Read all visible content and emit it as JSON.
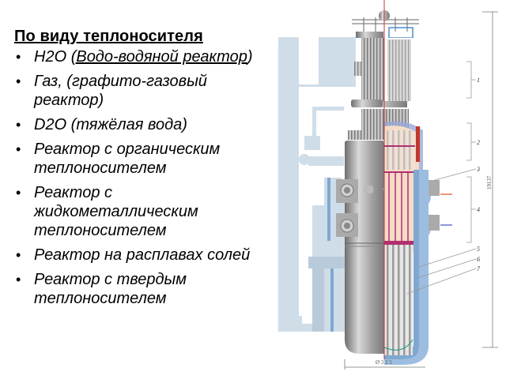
{
  "slide": {
    "heading": "По виду теплоносителя",
    "items": [
      {
        "prefix": "H2O ",
        "underlined": "(Водо-водяной реактор",
        "suffix": ")"
      },
      {
        "text": "Газ, (графито-газовый реактор)"
      },
      {
        "text": "D2O (тяжёлая вода)"
      },
      {
        "text": "Реактор с органическим теплоносителем"
      },
      {
        "text": "Реактор с жидкометаллическим теплоносителем"
      },
      {
        "text": "Реактор на расплавах солей"
      },
      {
        "text": "Реактор с твердым теплоносителем"
      }
    ],
    "bullet_glyph": "•"
  },
  "diagram": {
    "title": "reactor-cutaway",
    "callouts": [
      "1",
      "2",
      "3",
      "4",
      "5",
      "6",
      "7"
    ],
    "height_dimension": "19137",
    "width_dimension": "Ø 3 2 5",
    "colors": {
      "building": "#cfdde8",
      "vessel_gray": "#9a9a9a",
      "cut_blue": "#7fa8d0",
      "core_pink": "#f5dcc8",
      "rod_magenta": "#b03070",
      "axis_red": "#c0392b"
    }
  }
}
